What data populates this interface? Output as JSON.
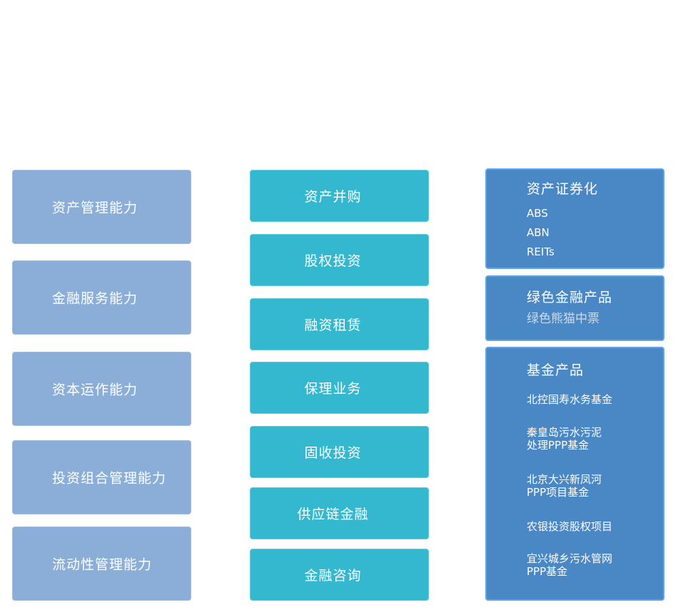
{
  "left_column": {
    "items": [
      {
        "label": "资产管理能力"
      },
      {
        "label": "金融服务能力"
      },
      {
        "label": "资本运作能力"
      },
      {
        "label": "投资组合管理能力"
      },
      {
        "label": "流动性管理能力"
      }
    ]
  },
  "middle_column": {
    "items": [
      {
        "label": "资产并购"
      },
      {
        "label": "股权投资"
      },
      {
        "label": "融资租赁"
      },
      {
        "label": "保理业务"
      },
      {
        "label": "固收投资"
      },
      {
        "label": "供应链金融"
      },
      {
        "label": "金融咨询"
      }
    ]
  },
  "right_column": {
    "groups": [
      {
        "title": "资产证券化",
        "items": [
          "ABS",
          "ABN",
          "REITs"
        ]
      },
      {
        "title": "绿色金融产品",
        "items": [
          "绿色熊猫中票"
        ]
      },
      {
        "title": "基金产品",
        "items": [
          [
            "北控国寿水务基金"
          ],
          [
            "秦皇岛污水污泥",
            "处理PPP基金"
          ],
          [
            "北京大兴新凤河",
            "PPP项目基金"
          ],
          [
            "农银投资股权项目"
          ],
          [
            "宜兴城乡污水管网",
            "PPP基金"
          ]
        ]
      }
    ]
  },
  "colors": {
    "left_box": "#8aaed8",
    "middle_box": "#33b8d0",
    "right_box": "#4a87c5",
    "right_border": "#5ea6e6",
    "text": "#ffffff"
  }
}
